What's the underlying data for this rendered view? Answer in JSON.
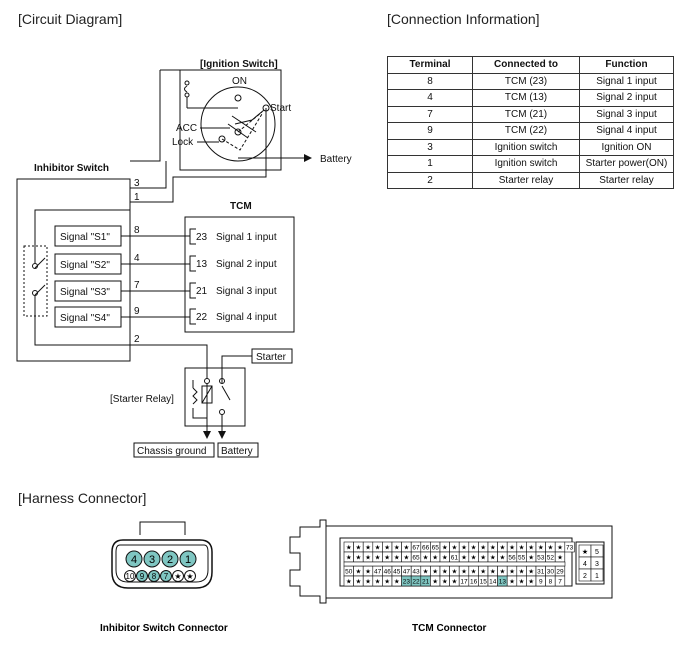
{
  "sections": {
    "circuit": "[Circuit Diagram]",
    "connection": "[Connection Information]",
    "harness": "[Harness Connector]"
  },
  "table": {
    "headers": [
      "Terminal",
      "Connected to",
      "Function"
    ],
    "rows": [
      [
        "8",
        "TCM (23)",
        "Signal 1 input"
      ],
      [
        "4",
        "TCM (13)",
        "Signal 2 input"
      ],
      [
        "7",
        "TCM (21)",
        "Signal 3 input"
      ],
      [
        "9",
        "TCM (22)",
        "Signal 4 input"
      ],
      [
        "3",
        "Ignition switch",
        "Ignition ON"
      ],
      [
        "1",
        "Ignition switch",
        "Starter power(ON)"
      ],
      [
        "2",
        "Starter relay",
        "Starter relay"
      ]
    ]
  },
  "circuit": {
    "ignition_switch": "[Ignition Switch]",
    "on": "ON",
    "start": "Start",
    "acc": "ACC",
    "lock": "Lock",
    "battery": "Battery",
    "inhibitor_switch": "Inhibitor Switch",
    "tcm": "TCM",
    "signals": [
      "Signal \"S1\"",
      "Signal \"S2\"",
      "Signal \"S3\"",
      "Signal \"S4\""
    ],
    "terminals_left": [
      "3",
      "1",
      "8",
      "4",
      "7",
      "9",
      "2"
    ],
    "tcm_pins": [
      "23",
      "13",
      "21",
      "22"
    ],
    "tcm_inputs": [
      "Signal 1 input",
      "Signal 2 input",
      "Signal 3 input",
      "Signal 4 input"
    ],
    "starter": "Starter",
    "starter_relay": "[Starter Relay]",
    "chassis_ground": "Chassis ground",
    "battery2": "Battery"
  },
  "harness": {
    "inhibitor_caption": "Inhibitor Switch Connector",
    "tcm_caption": "TCM Connector",
    "inhibitor_top": [
      "4",
      "3",
      "2",
      "1"
    ],
    "inhibitor_bottom": [
      "10",
      "9",
      "8",
      "7",
      "★",
      "★"
    ],
    "tcm_row1": [
      "★",
      "★",
      "★",
      "★",
      "★",
      "★",
      "★",
      "67",
      "66",
      "65",
      "★",
      "★",
      "★",
      "★",
      "★",
      "★",
      "★",
      "★",
      "★",
      "★",
      "★",
      "★",
      "★",
      "73"
    ],
    "tcm_row2": [
      "★",
      "★",
      "★",
      "★",
      "★",
      "★",
      "★",
      "65",
      "★",
      "★",
      "★",
      "61",
      "★",
      "★",
      "★",
      "★",
      "★",
      "56",
      "55",
      "★",
      "53",
      "52",
      "★"
    ],
    "tcm_row3": [
      "50",
      "★",
      "★",
      "47",
      "46",
      "45",
      "47",
      "43",
      "★",
      "★",
      "★",
      "★",
      "★",
      "★",
      "★",
      "★",
      "★",
      "★",
      "★",
      "★",
      "31",
      "30",
      "29"
    ],
    "tcm_row4": [
      "★",
      "★",
      "★",
      "★",
      "★",
      "★",
      "23",
      "22",
      "21",
      "★",
      "★",
      "★",
      "17",
      "16",
      "15",
      "14",
      "13",
      "★",
      "★",
      "★",
      "9",
      "8",
      "7"
    ],
    "tcm_side": [
      "★",
      "5",
      "4",
      "3",
      "2",
      "1"
    ]
  }
}
